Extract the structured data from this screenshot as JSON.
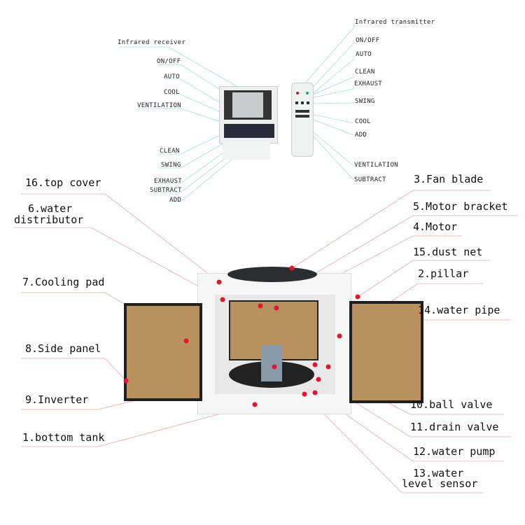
{
  "controller_labels_left": [
    "Infrared receiver",
    "ON/OFF",
    "AUTO",
    "COOL",
    "VENTILATION",
    "CLEAN",
    "SWING",
    "EXHAUST",
    "SUBTRACT",
    "ADD"
  ],
  "remote_labels_right": [
    "Infrared transmitter",
    "ON/OFF",
    "AUTO",
    "CLEAN",
    "EXHAUST",
    "SWING",
    "COOL",
    "ADD",
    "VENTILATION",
    "SUBTRACT"
  ],
  "parts_left": [
    "16.top cover",
    "6.water",
    "distributor",
    "7.Cooling pad",
    "8.Side panel",
    "9.Inverter",
    "1.bottom tank"
  ],
  "parts_right": [
    "3.Fan blade",
    "5.Motor bracket",
    "4.Motor",
    "15.dust net",
    "2.pillar",
    "14.water pipe",
    "10.ball valve",
    "11.drain valve",
    "12.water pump",
    "13.water",
    "level sensor"
  ],
  "colors": {
    "leader_small": "#9fd8dc",
    "leader_big": "#e8a0a0",
    "dot": "#e0182d",
    "pad": "#b8915e"
  }
}
